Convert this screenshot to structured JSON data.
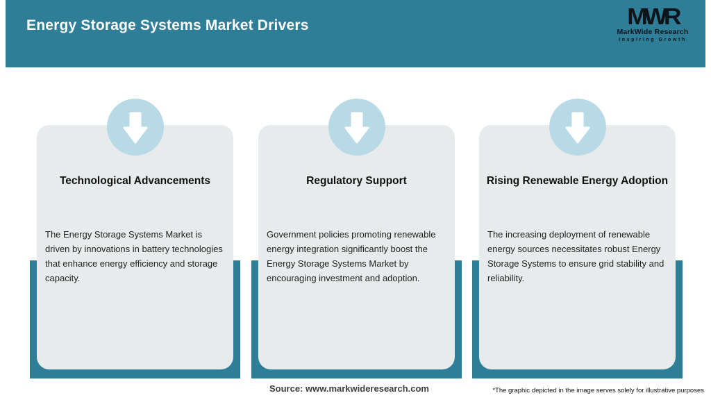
{
  "header": {
    "title": "Energy Storage Systems Market Drivers",
    "logo": {
      "monogram": "MWR",
      "name": "MarkWide Research",
      "tagline": "Inspiring Growth"
    }
  },
  "cards": [
    {
      "icon": "arrow-down-icon",
      "title": "Technological Advancements",
      "description": "The Energy Storage Systems Market is driven by innovations in battery technologies that enhance energy efficiency and storage capacity."
    },
    {
      "icon": "arrow-down-icon",
      "title": "Regulatory Support",
      "description": "Government policies promoting renewable energy integration significantly boost the Energy Storage Systems Market by encouraging investment and adoption."
    },
    {
      "icon": "arrow-down-icon",
      "title": "Rising Renewable Energy Adoption",
      "description": "The increasing deployment of renewable energy sources necessitates robust Energy Storage Systems to ensure grid stability and reliability."
    }
  ],
  "footer": {
    "source": "Source: www.markwideresearch.com",
    "disclaimer": "*The graphic depicted in the image serves solely for illustrative purposes"
  },
  "colors": {
    "teal": "#2E7E98",
    "circle_blue": "#B8DAE6",
    "card_bg": "#E8EBEC",
    "logo_ink": "#0F141A"
  }
}
